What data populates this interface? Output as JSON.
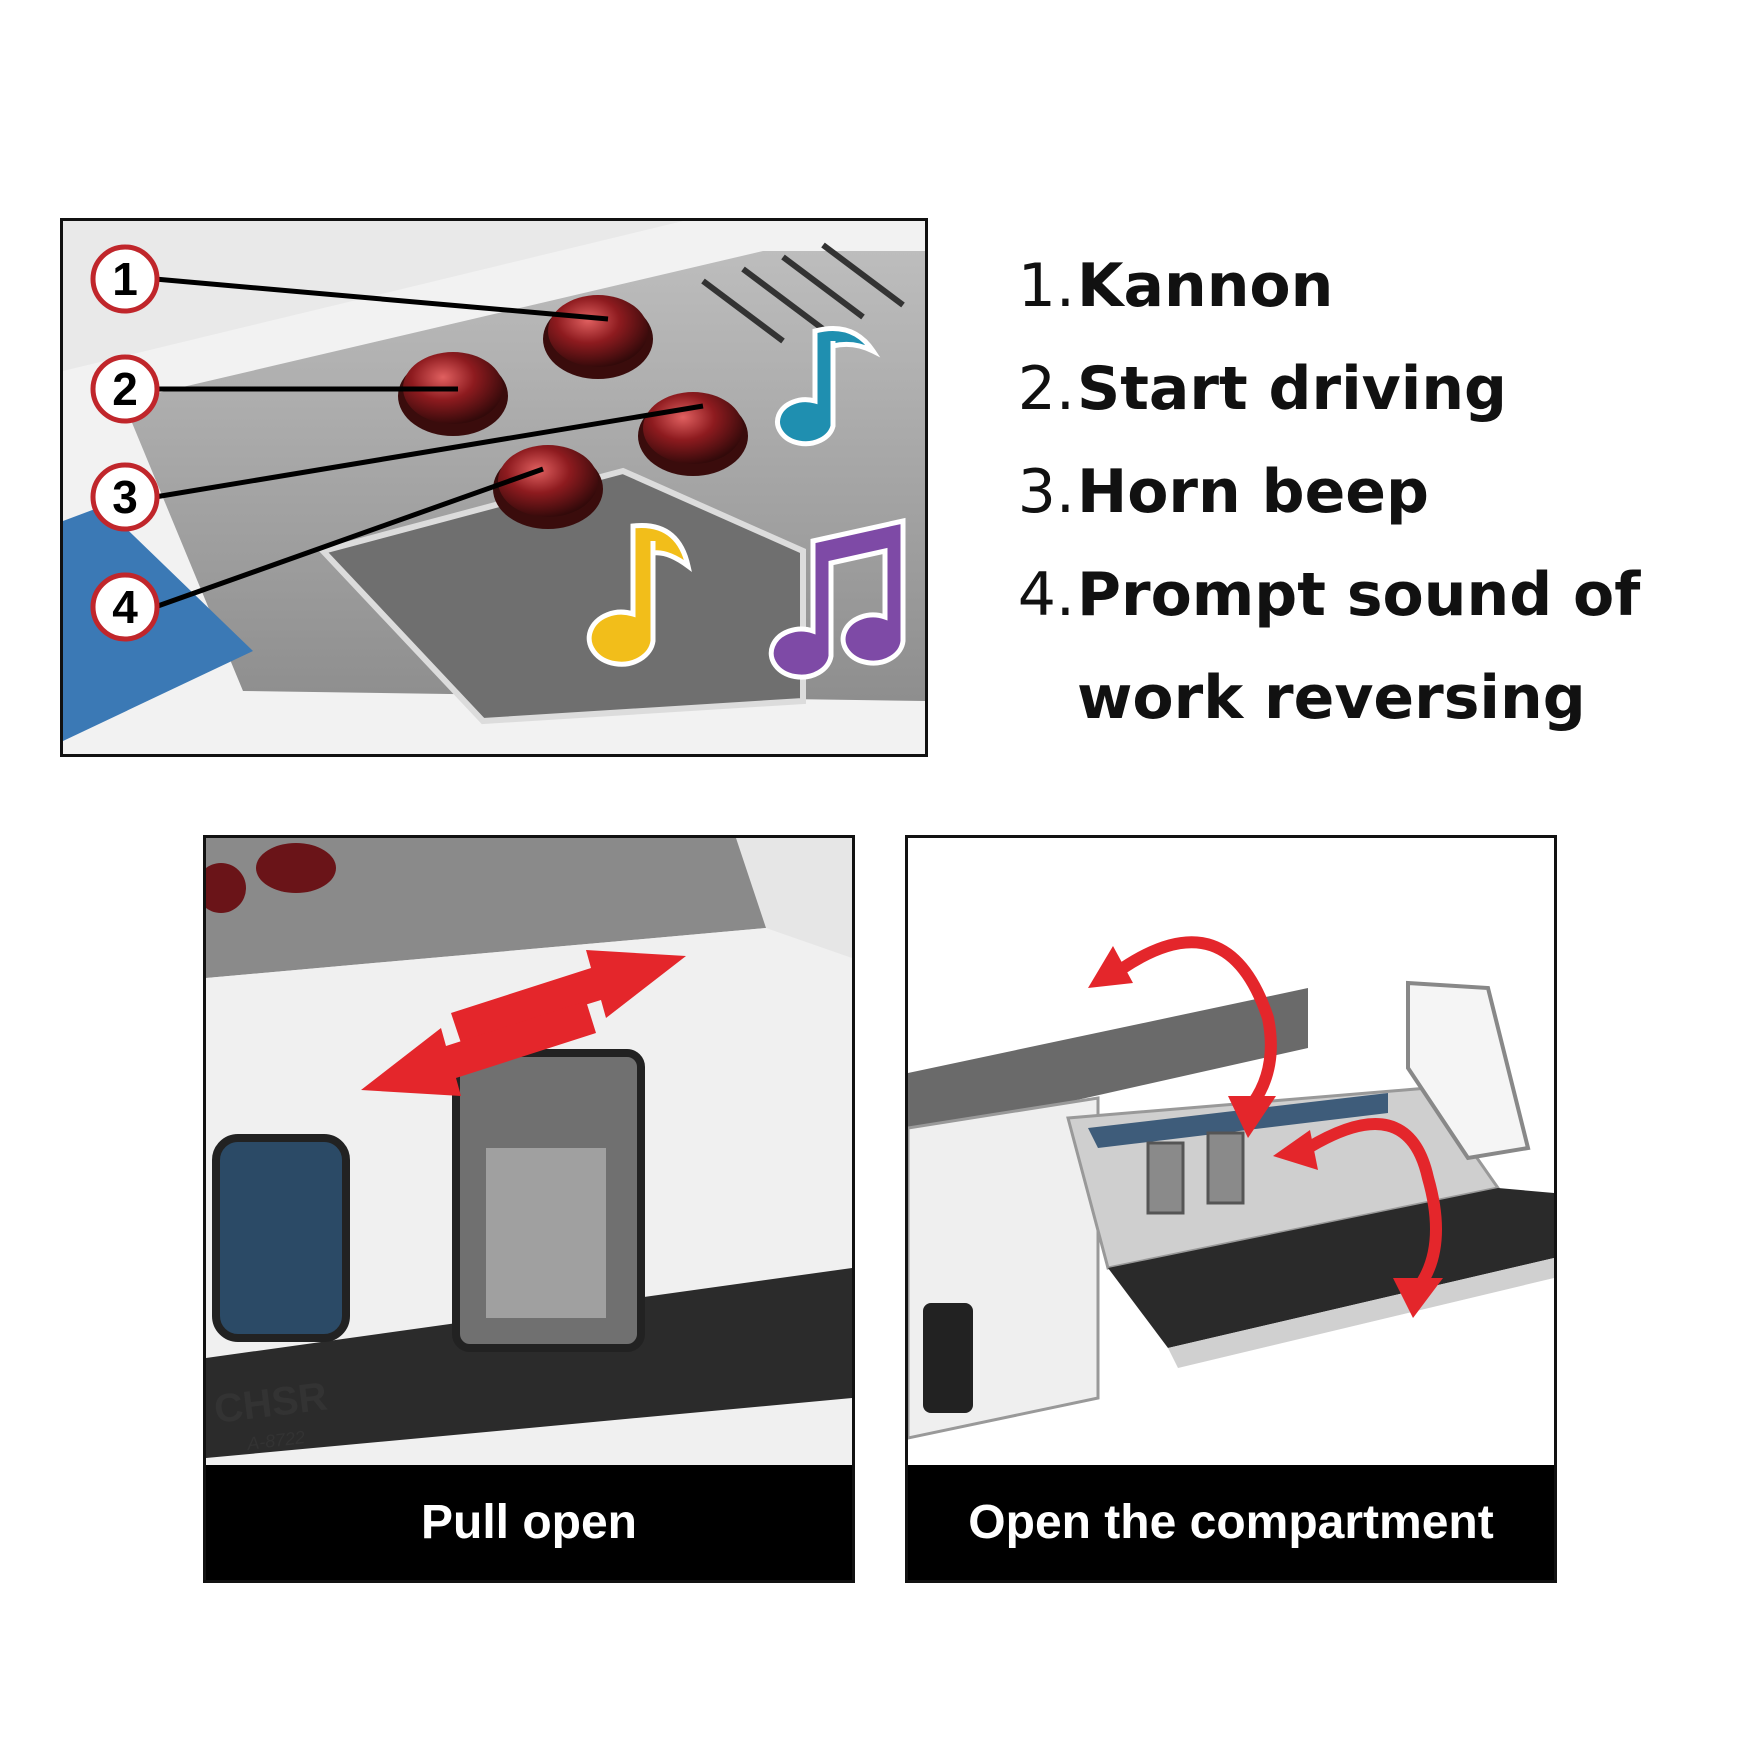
{
  "callouts": [
    "1",
    "2",
    "3",
    "4"
  ],
  "features": [
    {
      "num": "1.",
      "text": "Kannon"
    },
    {
      "num": "2.",
      "text": "Start driving"
    },
    {
      "num": "3.",
      "text": "Horn beep"
    },
    {
      "num": "4.",
      "text": "Prompt sound of work reversing"
    }
  ],
  "pull_panel": {
    "caption": "Pull open",
    "train_logo": "CHSR",
    "train_number": "A-8722"
  },
  "compartment_panel": {
    "caption": "Open the compartment"
  },
  "colors": {
    "callout_ring": "#c0262b",
    "button_red": "#8e1b1f",
    "arrow_red": "#e4262b",
    "note_blue": "#1f8fb0",
    "note_yellow": "#f2be1a",
    "note_purple": "#7e4aa6"
  },
  "icons": [
    "music-note-icon",
    "double-music-note-icon",
    "double-arrow-icon",
    "curved-arrow-icon"
  ]
}
